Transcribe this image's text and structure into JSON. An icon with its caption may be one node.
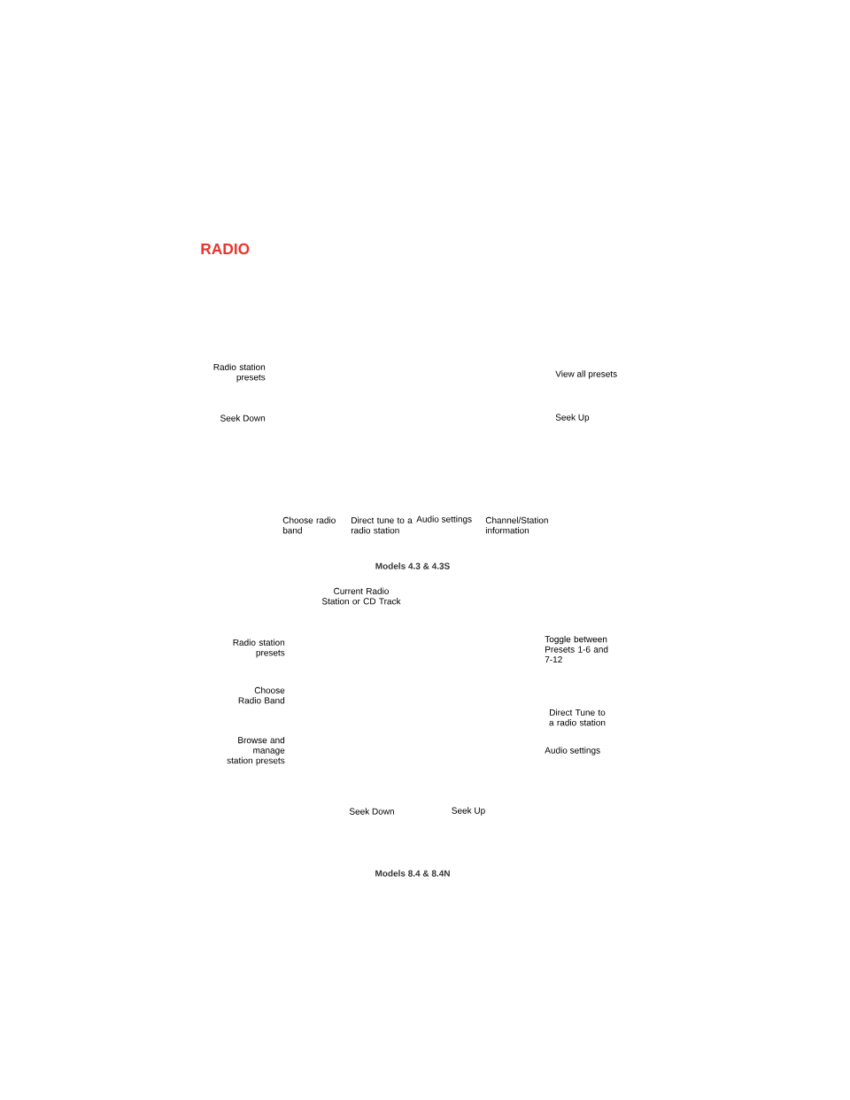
{
  "diagram": {
    "title": "RADIO",
    "labels": [
      "Radio station presets",
      "View all presets",
      "Seek Down",
      "Seek Up",
      "Choose radio band",
      "Direct tune to a radio station",
      "Audio settings",
      "Channel/Station information",
      "Models 4.3 & 4.3S",
      "Current Radio Station or CD Track",
      "Radio station presets",
      "Choose Radio Band",
      "Browse and manage station presets",
      "Toggle between Presets 1-6 and 7-12",
      "Direct Tune to a radio station",
      "Audio settings",
      "Seek Down",
      "Seek Up",
      "Models 8.4 & 8.4N"
    ]
  }
}
